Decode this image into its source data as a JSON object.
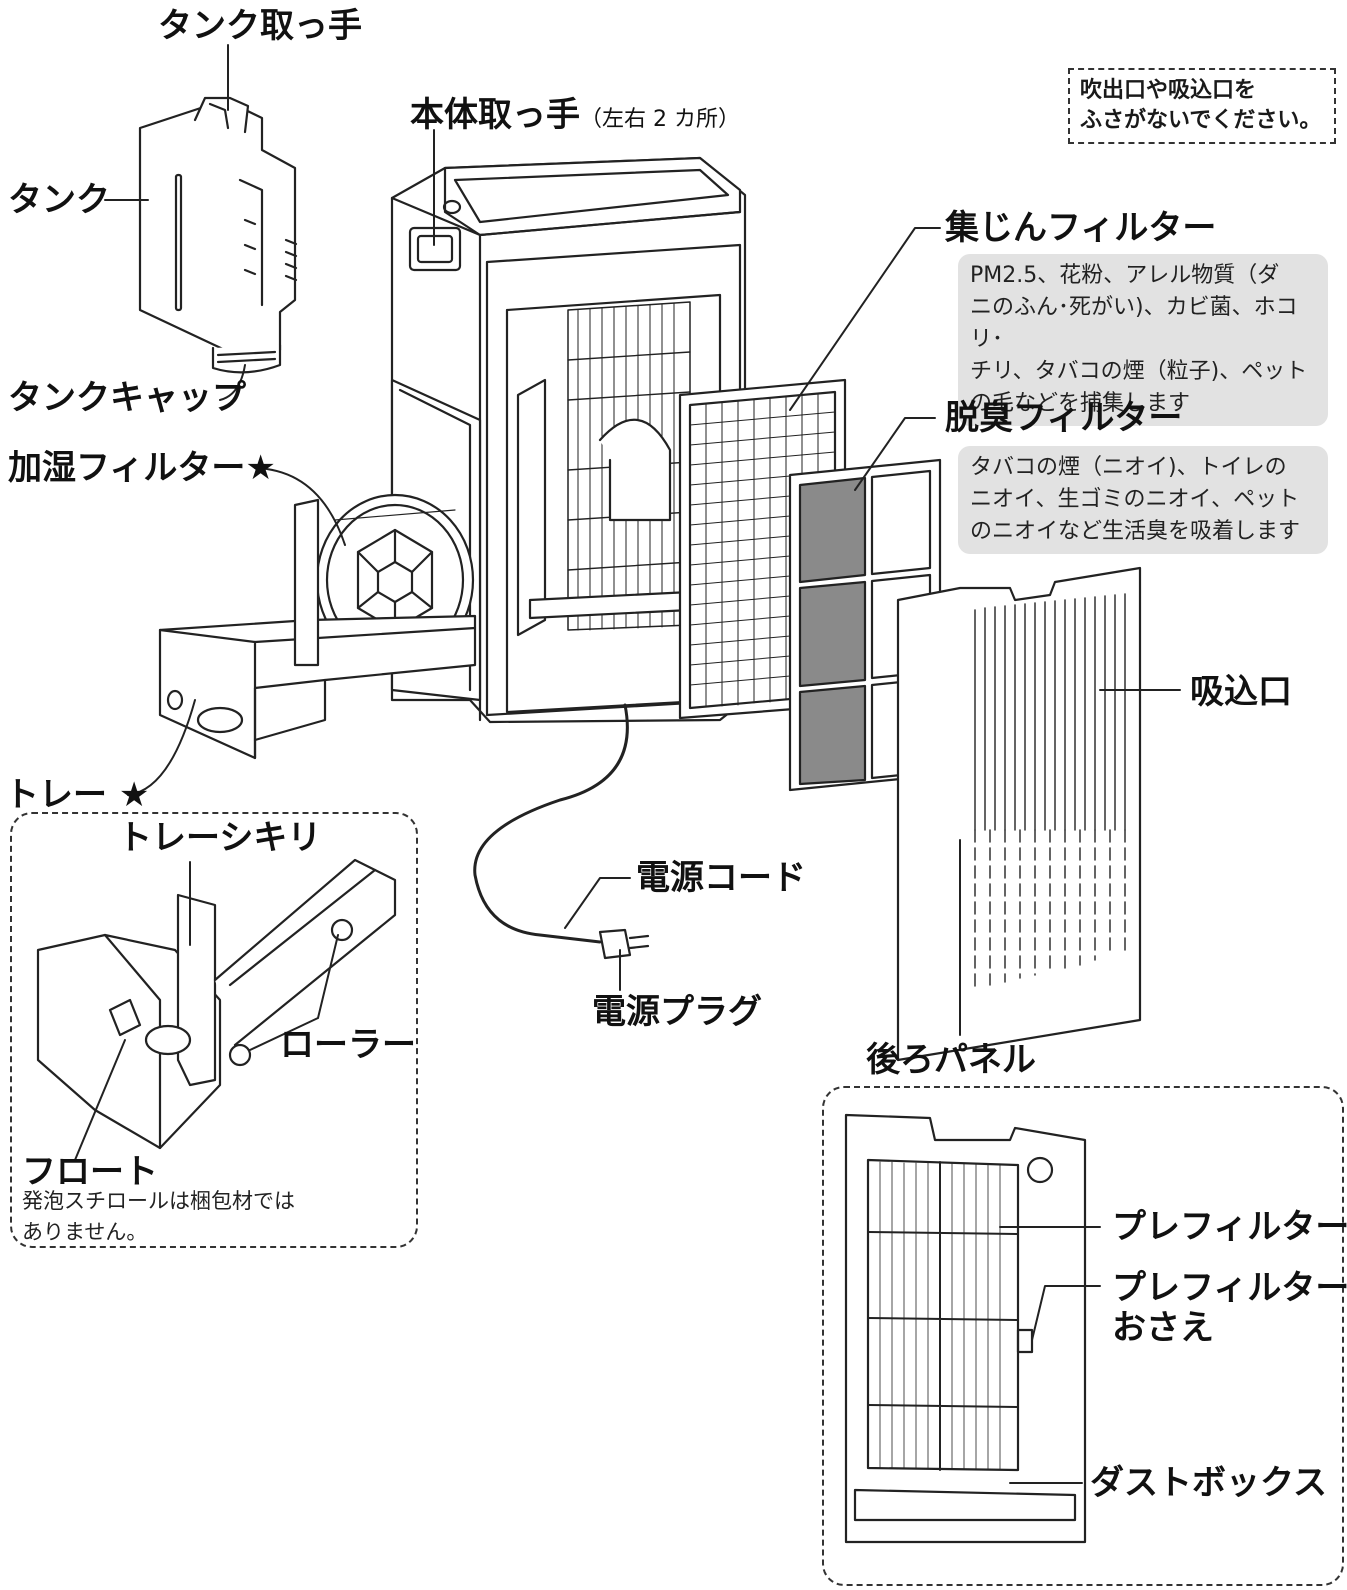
{
  "caution": [
    "吹出口や吸込口を",
    "ふさがないでください。"
  ],
  "labels": {
    "tank_handle": "タンク取っ手",
    "body_handle": "本体取っ手",
    "body_handle_sub": "（左右 2 カ所）",
    "tank": "タンク",
    "tank_cap": "タンクキャップ",
    "humidify_filter": "加湿フィルター★",
    "tray": "トレー ★",
    "tray_divider": "トレーシキリ",
    "roller": "ローラー",
    "float": "フロート",
    "float_note": [
      "発泡スチロールは梱包材では",
      "ありません。"
    ],
    "dust_filter": "集じんフィルター",
    "dust_filter_desc": [
      "PM2.5、花粉、アレル物質（ダ",
      "ニのふん･死がい)、カビ菌、ホコリ･",
      "チリ、タバコの煙（粒子)、ペット",
      "の毛などを捕集します"
    ],
    "deodor_filter": "脱臭フィルター",
    "deodor_filter_desc": [
      "タバコの煙（ニオイ)、トイレの",
      "ニオイ、生ゴミのニオイ、ペット",
      "のニオイなど生活臭を吸着します"
    ],
    "intake": "吸込口",
    "power_cord": "電源コード",
    "power_plug": "電源プラグ",
    "rear_panel": "後ろパネル",
    "prefilter": "プレフィルター",
    "prefilter_holder": [
      "プレフィルター",
      "おさえ"
    ],
    "dust_box": "ダストボックス"
  },
  "colors": {
    "line": "#222222",
    "desc_bg": "#e2e2e2",
    "deodor_gray": "#8a8a8a"
  }
}
